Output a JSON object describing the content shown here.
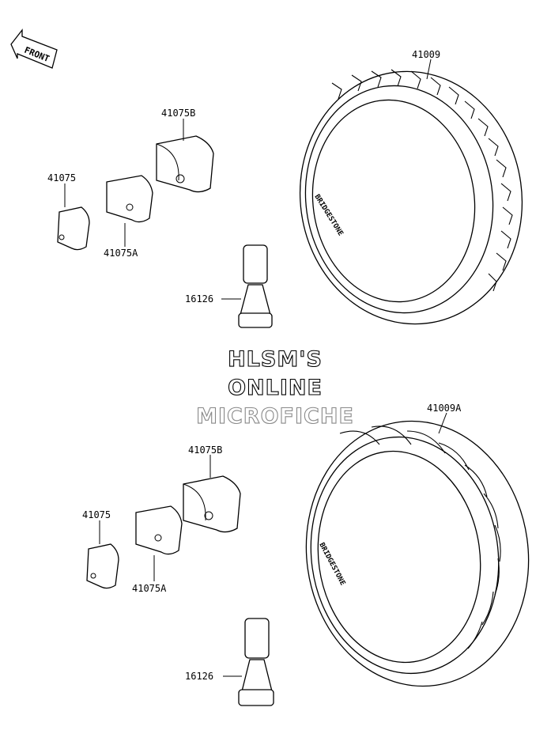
{
  "badge": {
    "text": "FRONT"
  },
  "watermark": {
    "line1": "HLSM'S",
    "line2": "ONLINE",
    "line3": "MICROFICHE"
  },
  "tire_brand": "BRIDGESTONE",
  "callouts": {
    "top": {
      "tire": "41009",
      "weight_b": "41075B",
      "weight": "41075",
      "weight_a": "41075A",
      "valve": "16126"
    },
    "bottom": {
      "tire": "41009A",
      "weight_b": "41075B",
      "weight": "41075",
      "weight_a": "41075A",
      "valve": "16126"
    }
  }
}
